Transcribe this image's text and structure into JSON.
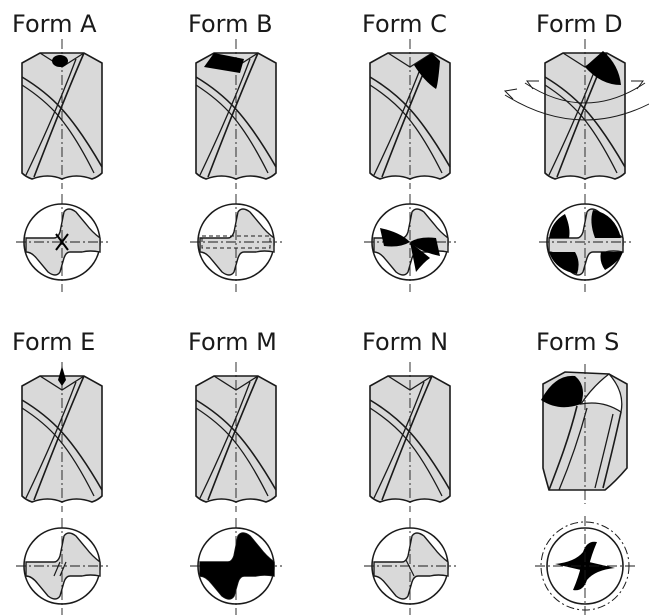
{
  "forms": [
    {
      "id": "a",
      "label": "Form A"
    },
    {
      "id": "b",
      "label": "Form B"
    },
    {
      "id": "c",
      "label": "Form C"
    },
    {
      "id": "d",
      "label": "Form D"
    },
    {
      "id": "e",
      "label": "Form E"
    },
    {
      "id": "m",
      "label": "Form M"
    },
    {
      "id": "n",
      "label": "Form N"
    },
    {
      "id": "s",
      "label": "Form S"
    }
  ],
  "colors": {
    "body_fill": "#d9d9d9",
    "outline": "#1a1a1a",
    "ground_face": "#000000",
    "background": "#ffffff"
  }
}
